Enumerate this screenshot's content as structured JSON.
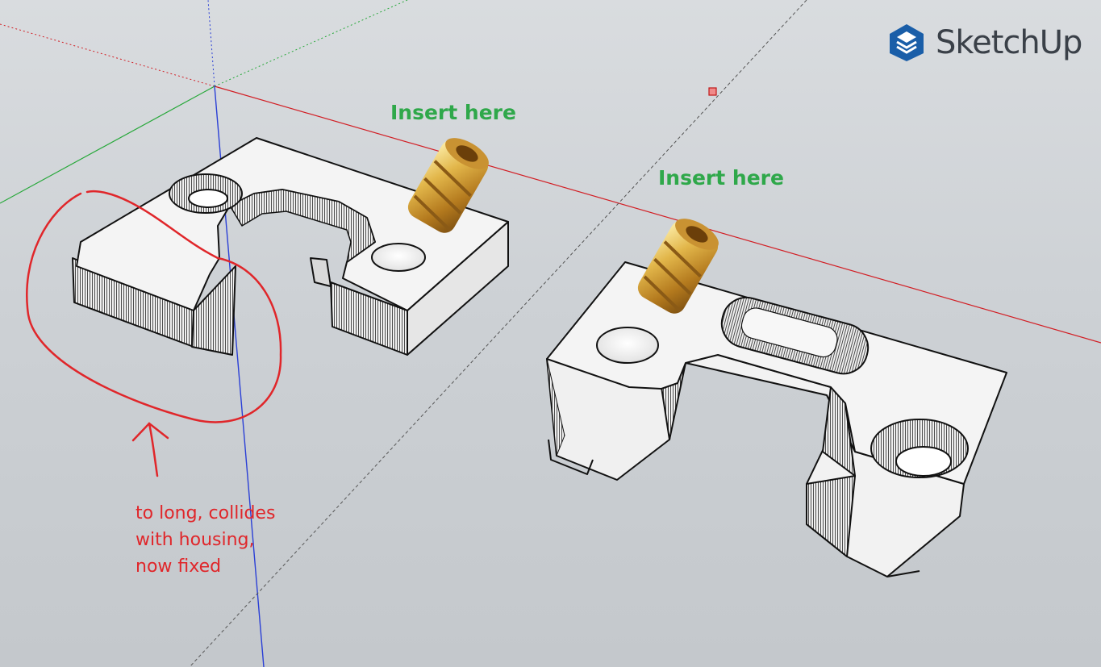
{
  "app": {
    "name": "SketchUp"
  },
  "labels": {
    "insert_left": "Insert here",
    "insert_right": "Insert here"
  },
  "annotation": {
    "lines": [
      "to long, collides",
      "with housing,",
      "now fixed"
    ],
    "color": "#e0262a"
  },
  "colors": {
    "axis_red": "#d21e24",
    "axis_green": "#27a83a",
    "axis_blue": "#2a3fd6",
    "label_green": "#2fa84a",
    "brand_blue": "#1a5ea8",
    "part_face": "#f2f2f2"
  },
  "icons": [
    "sketchup-logo-icon",
    "brass-insert-icon",
    "endpoint-marker-icon"
  ]
}
